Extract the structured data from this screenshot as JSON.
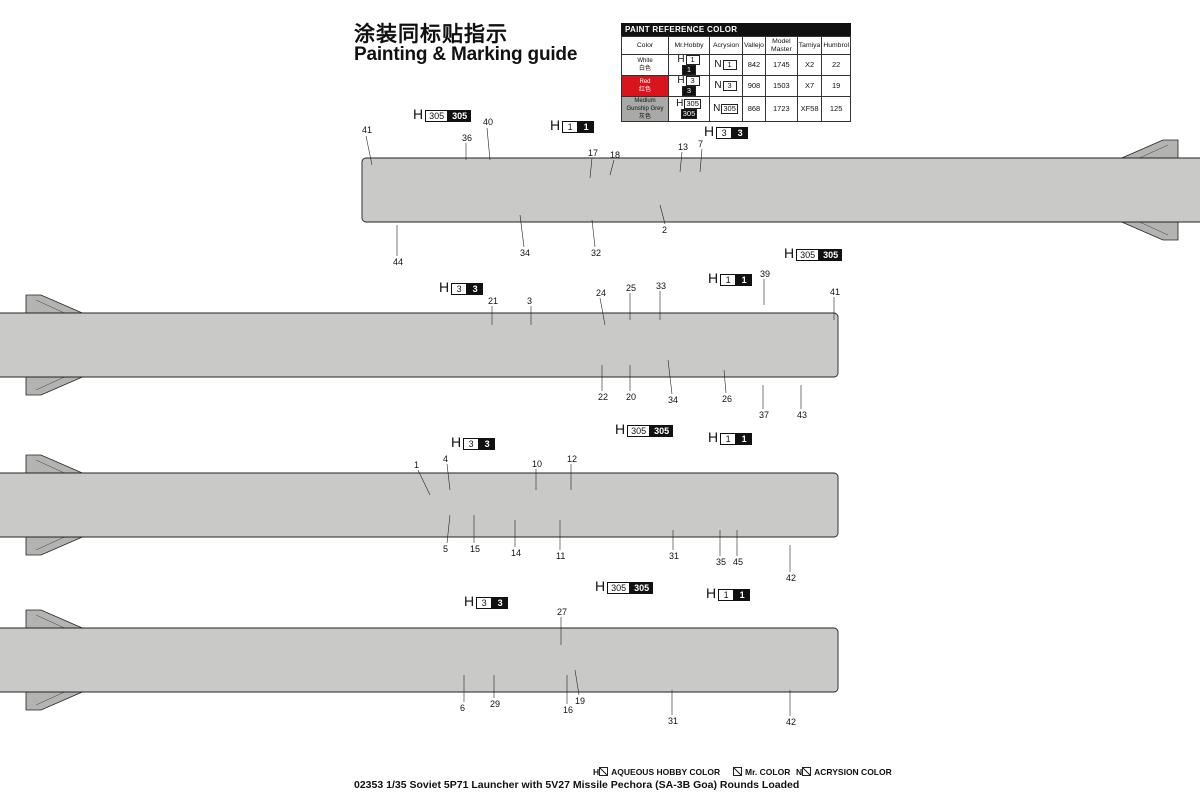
{
  "titles": {
    "cn": "涂装同标贴指示",
    "en": "Painting & Marking guide"
  },
  "paint_table": {
    "header": "PAINT  REFERENCE COLOR",
    "columns": [
      "Color",
      "Mr.Hobby",
      "Acrysion",
      "Vallejo",
      "Model Master",
      "Tamiya",
      "Humbrol"
    ],
    "rows": [
      {
        "name": "White",
        "cn": "白色",
        "swatch": "#ffffff",
        "h_code": "1",
        "h_mr": "1",
        "n_code": "1",
        "vallejo": "842",
        "model_master": "1745",
        "tamiya": "X2",
        "humbrol": "22"
      },
      {
        "name": "Red",
        "cn": "红色",
        "swatch": "#d8141c",
        "h_code": "3",
        "h_mr": "3",
        "n_code": "3",
        "vallejo": "908",
        "model_master": "1503",
        "tamiya": "X7",
        "humbrol": "19"
      },
      {
        "name": "Medium Gunship Grey",
        "cn": "灰色",
        "swatch": "#a9aaa8",
        "h_code": "305",
        "h_mr": "305",
        "n_code": "305",
        "vallejo": "868",
        "model_master": "1723",
        "tamiya": "XF58",
        "humbrol": "125"
      }
    ]
  },
  "paint_callouts": [
    {
      "letter": "H",
      "code": "305",
      "mr": "305"
    },
    {
      "letter": "H",
      "code": "1",
      "mr": "1"
    },
    {
      "letter": "H",
      "code": "3",
      "mr": "3"
    },
    {
      "letter": "H",
      "code": "305",
      "mr": "305"
    },
    {
      "letter": "H",
      "code": "1",
      "mr": "1"
    },
    {
      "letter": "H",
      "code": "3",
      "mr": "3"
    },
    {
      "letter": "H",
      "code": "3",
      "mr": "3"
    },
    {
      "letter": "H",
      "code": "305",
      "mr": "305"
    },
    {
      "letter": "H",
      "code": "1",
      "mr": "1"
    },
    {
      "letter": "H",
      "code": "3",
      "mr": "3"
    },
    {
      "letter": "H",
      "code": "305",
      "mr": "305"
    },
    {
      "letter": "H",
      "code": "1",
      "mr": "1"
    }
  ],
  "part_numbers": {
    "view1": [
      "41",
      "36",
      "40",
      "17",
      "18",
      "13",
      "7",
      "2",
      "32",
      "34",
      "44"
    ],
    "view2": [
      "21",
      "3",
      "24",
      "25",
      "33",
      "39",
      "41",
      "22",
      "20",
      "34",
      "26",
      "37",
      "43"
    ],
    "view3": [
      "1",
      "4",
      "10",
      "12",
      "5",
      "15",
      "14",
      "11",
      "31",
      "35",
      "45",
      "42"
    ],
    "view4": [
      "27",
      "6",
      "29",
      "19",
      "16",
      "31",
      "42"
    ]
  },
  "legend": {
    "aqueous": "AQUEOUS HOBBY COLOR",
    "mr_color": "Mr. COLOR",
    "acrysion": "ACRYSION COLOR",
    "h_letter": "H",
    "n_letter": "N"
  },
  "caption": "02353 1/35 Soviet 5P71 Launcher with 5V27 Missile Pechora (SA-3B Goa) Rounds Loaded",
  "colors": {
    "body_grey": "#c9cac8",
    "fin_grey": "#b3b4b2",
    "panel_dark": "#9a9b99",
    "red": "#d8141c",
    "line": "#222222"
  },
  "icons": [
    "missile-drawing"
  ]
}
